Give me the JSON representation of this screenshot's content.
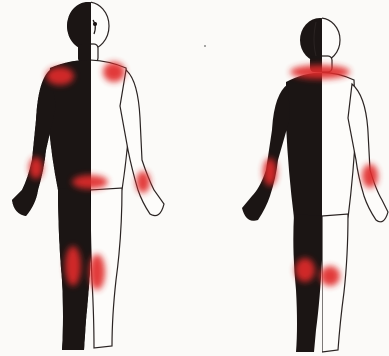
{
  "colors": {
    "paper": "#fbfaf8",
    "dark_half": "#1b1514",
    "light_half": "#fdfcfa",
    "outline": "#2a2322",
    "marking": "#e02a2a"
  },
  "figures": [
    {
      "view": "front",
      "icon": "front-body-figure-icon",
      "marked_regions": [
        "left-shoulder",
        "right-shoulder",
        "left-forearm",
        "right-forearm",
        "waist",
        "left-thigh",
        "right-thigh"
      ]
    },
    {
      "view": "back",
      "icon": "back-body-figure-icon",
      "marked_regions": [
        "upper-back",
        "left-forearm",
        "right-forearm",
        "left-knee",
        "right-knee"
      ]
    }
  ]
}
